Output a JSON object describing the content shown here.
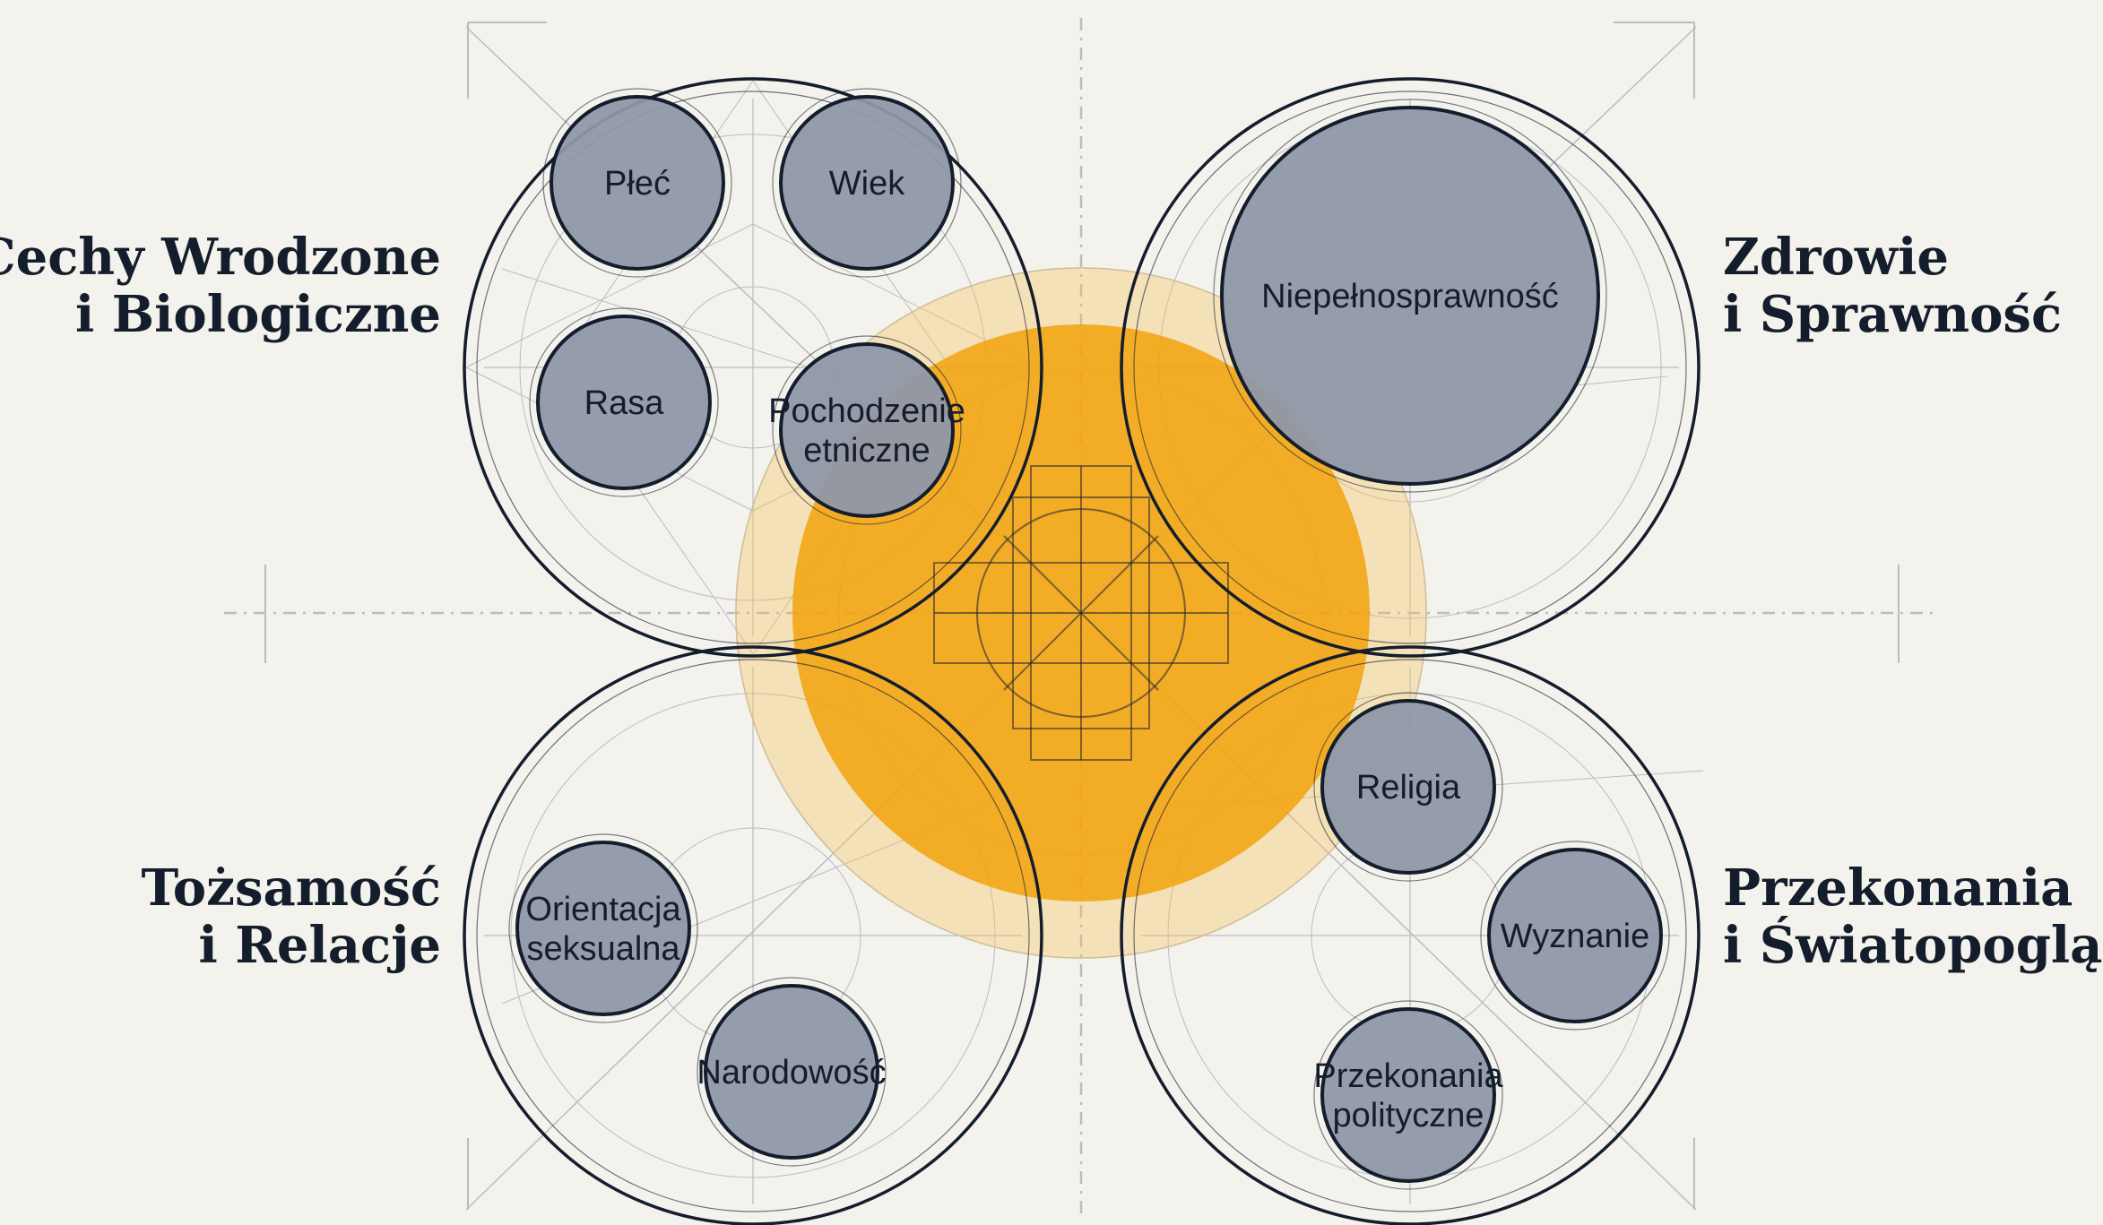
{
  "categories": [
    {
      "id": "innate",
      "label_lines": [
        "Cechy Wrodzone",
        "i Biologiczne"
      ],
      "nodes": [
        {
          "id": "plec",
          "lines": [
            "Płeć"
          ]
        },
        {
          "id": "wiek",
          "lines": [
            "Wiek"
          ]
        },
        {
          "id": "rasa",
          "lines": [
            "Rasa"
          ]
        },
        {
          "id": "pochodzenie",
          "lines": [
            "Pochodzenie",
            "etniczne"
          ]
        }
      ]
    },
    {
      "id": "health",
      "label_lines": [
        "Zdrowie",
        "i Sprawność"
      ],
      "nodes": [
        {
          "id": "niepelnosprawnosc",
          "lines": [
            "Niepełnosprawność"
          ]
        }
      ]
    },
    {
      "id": "identity",
      "label_lines": [
        "Tożsamość",
        "i Relacje"
      ],
      "nodes": [
        {
          "id": "orientacja",
          "lines": [
            "Orientacja",
            "seksualna"
          ]
        },
        {
          "id": "narodowosc",
          "lines": [
            "Narodowość"
          ]
        }
      ]
    },
    {
      "id": "beliefs",
      "label_lines": [
        "Przekonania",
        "i Światopogląd"
      ],
      "nodes": [
        {
          "id": "religia",
          "lines": [
            "Religia"
          ]
        },
        {
          "id": "wyznanie",
          "lines": [
            "Wyznanie"
          ]
        },
        {
          "id": "przekonania-polityczne",
          "lines": [
            "Przekonania",
            "polityczne"
          ]
        }
      ]
    }
  ],
  "colors": {
    "background": "#f3f2ec",
    "node_fill": "#8e97a8",
    "ink": "#141d2c",
    "construction_line": "#b9bcc2",
    "core": "#f2a20c",
    "core_halo": "#f6c25a"
  }
}
